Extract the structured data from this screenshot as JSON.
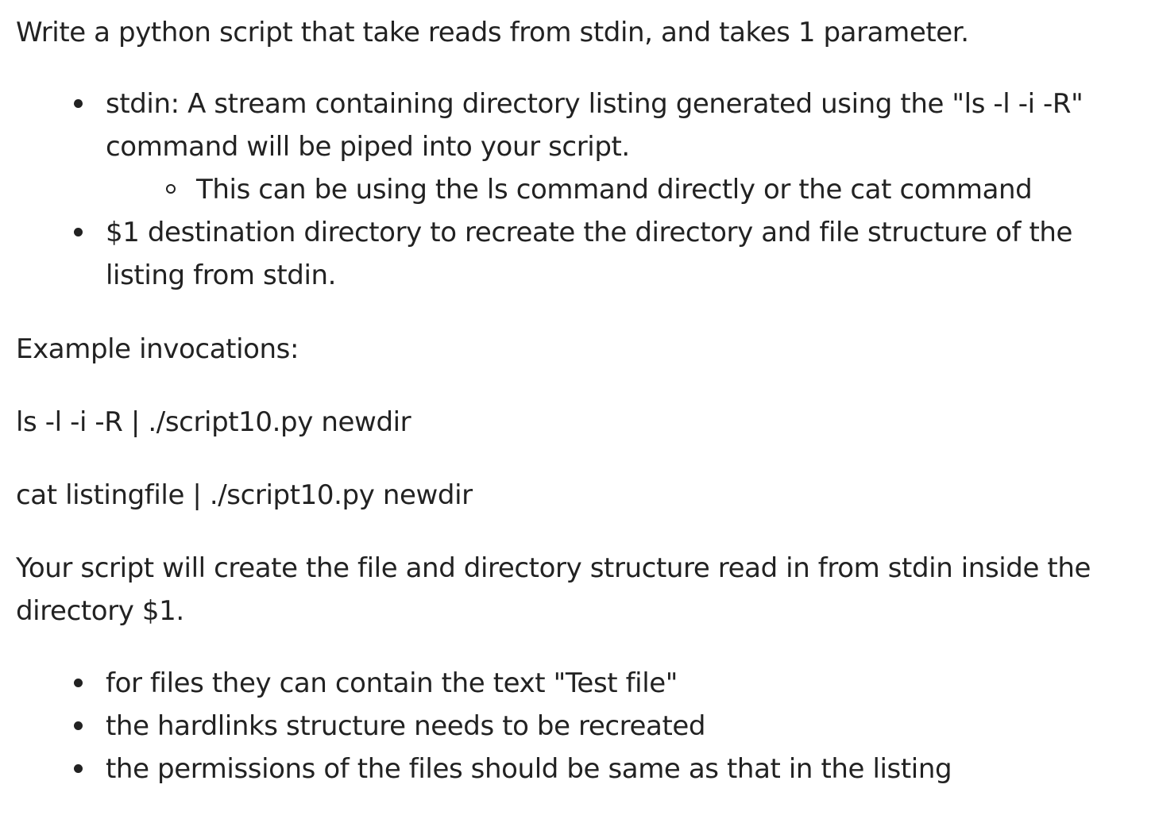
{
  "intro": "Write a python script that take reads from stdin, and takes 1 parameter.",
  "params": {
    "stdin": "stdin: A stream containing directory listing generated using the \"ls -l -i -R\" command will be piped into your script.",
    "stdin_sub": "This can be using the ls command directly or the cat command",
    "dest": "$1 destination directory to recreate the directory and file structure of the listing from stdin."
  },
  "example_heading": "Example invocations:",
  "invocations": [
    "ls -l -i -R | ./script10.py newdir",
    "cat listingfile | ./script10.py newdir"
  ],
  "result": "Your script will create the file and directory structure read in from stdin inside the directory $1.",
  "requirements": [
    "for files they can contain the text \"Test file\"",
    "the hardlinks structure needs to be recreated",
    "the permissions of the files should be same as that in the listing"
  ]
}
